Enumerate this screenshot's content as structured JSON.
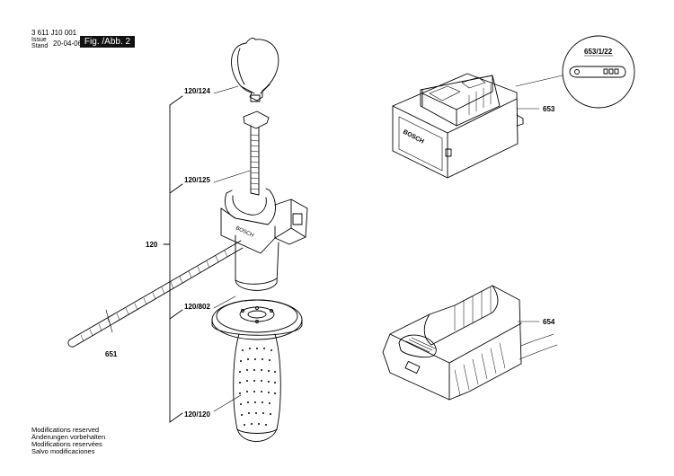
{
  "header": {
    "part_number": "3 611 J10 001",
    "issue_label": "Issue",
    "stand_label": "Stand",
    "date": "20-04-06",
    "figure": "Fig. /Abb. 2"
  },
  "callouts": {
    "c120_124": "120/124",
    "c120_125": "120/125",
    "c120": "120",
    "c120_802": "120/802",
    "c120_120": "120/120",
    "c651": "651",
    "c653": "653",
    "c653_1_22": "653/1/22",
    "c654": "654"
  },
  "footer": {
    "lines": [
      "Modifications reserved",
      "Änderungen vorbehalten",
      "Modifications reservées",
      "Salvo modificaciones"
    ]
  },
  "colors": {
    "ink": "#000000",
    "badge": "#111111",
    "paper": "#ffffff"
  }
}
